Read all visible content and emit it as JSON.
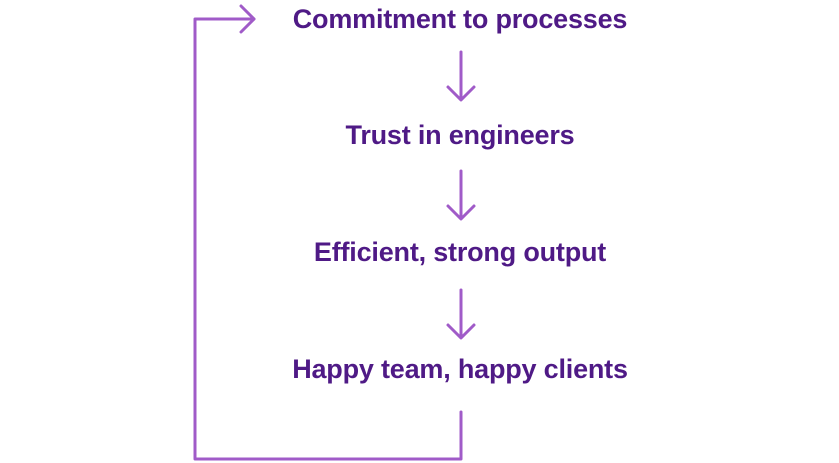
{
  "diagram": {
    "steps": [
      {
        "label": "Commitment to processes"
      },
      {
        "label": "Trust in engineers"
      },
      {
        "label": "Efficient, strong output"
      },
      {
        "label": "Happy team, happy clients"
      }
    ],
    "colors": {
      "text": "#4f1a86",
      "arrow": "#a05bc8"
    }
  }
}
